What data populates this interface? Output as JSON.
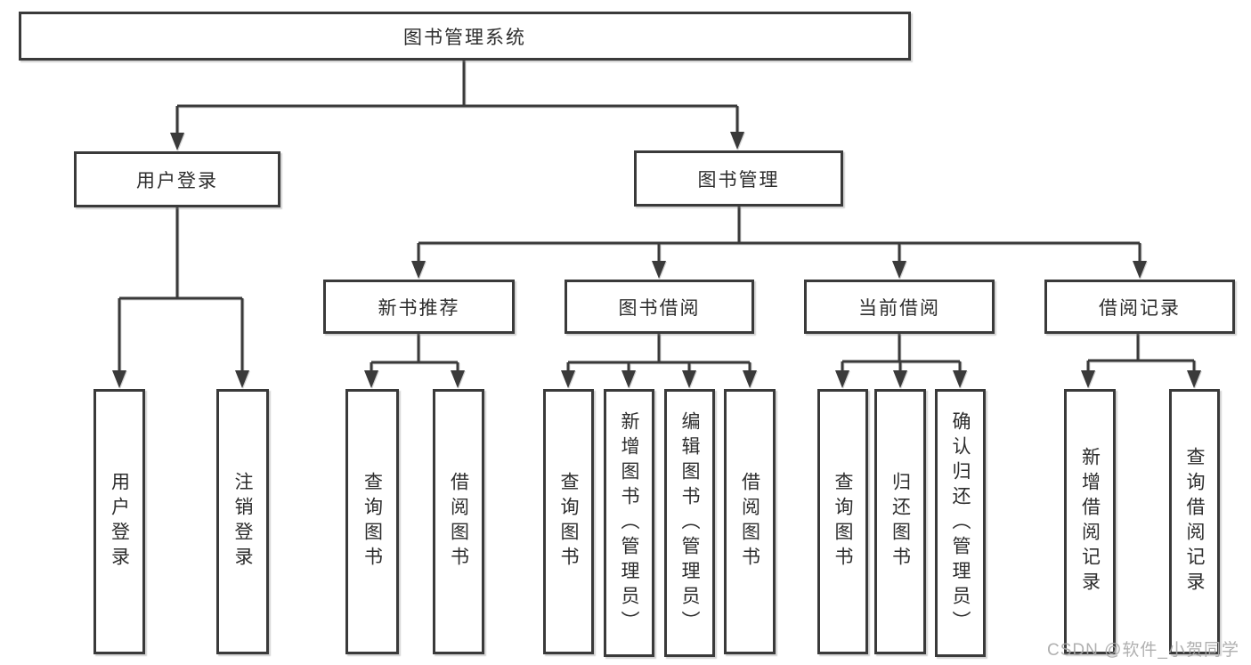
{
  "tree": {
    "label": "图书管理系统",
    "children": [
      {
        "label": "用户登录",
        "children": [
          {
            "label": "用户登录"
          },
          {
            "label": "注销登录"
          }
        ]
      },
      {
        "label": "图书管理",
        "children": [
          {
            "label": "新书推荐",
            "children": [
              {
                "label": "查询图书"
              },
              {
                "label": "借阅图书"
              }
            ]
          },
          {
            "label": "图书借阅",
            "children": [
              {
                "label": "查询图书"
              },
              {
                "label": "新增图书（管理员）"
              },
              {
                "label": "编辑图书（管理员）"
              },
              {
                "label": "借阅图书"
              }
            ]
          },
          {
            "label": "当前借阅",
            "children": [
              {
                "label": "查询图书"
              },
              {
                "label": "归还图书"
              },
              {
                "label": "确认归还（管理员）"
              }
            ]
          },
          {
            "label": "借阅记录",
            "children": [
              {
                "label": "新增借阅记录"
              },
              {
                "label": "查询借阅记录"
              }
            ]
          }
        ]
      }
    ]
  },
  "watermark": {
    "text": "CSDN @软件_小贺同学"
  },
  "colors": {
    "line": "#3a3a3a",
    "border": "#3a3a3a",
    "text": "#2d2d2d",
    "watermark": "#a8a8a8",
    "background": "#ffffff"
  }
}
